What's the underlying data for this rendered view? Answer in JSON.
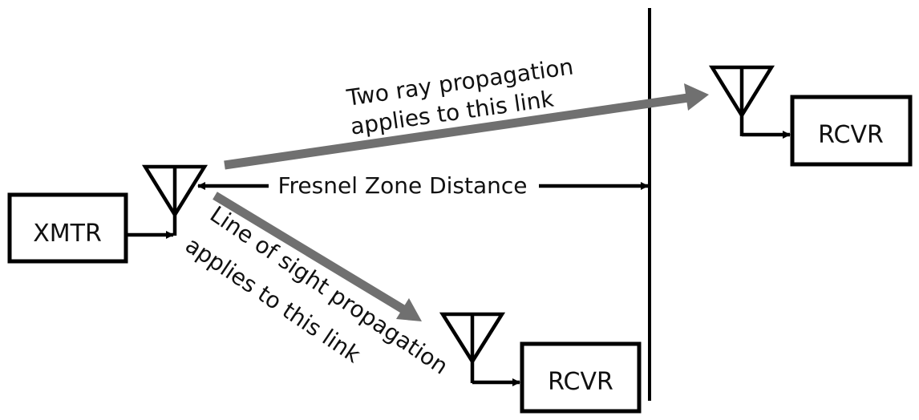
{
  "diagram": {
    "transmitter": {
      "label": "XMTR"
    },
    "receiver_far": {
      "label": "RCVR"
    },
    "receiver_near": {
      "label": "RCVR"
    },
    "fresnel_label": "Fresnel Zone Distance",
    "two_ray_label": {
      "line1": "Two ray propagation",
      "line2": "applies to this link"
    },
    "los_label": {
      "line1": "Line of sight propagation",
      "line2": "applies to this link"
    },
    "colors": {
      "stroke": "#000000",
      "propagation_arrow": "#707070",
      "background": "#ffffff"
    }
  }
}
